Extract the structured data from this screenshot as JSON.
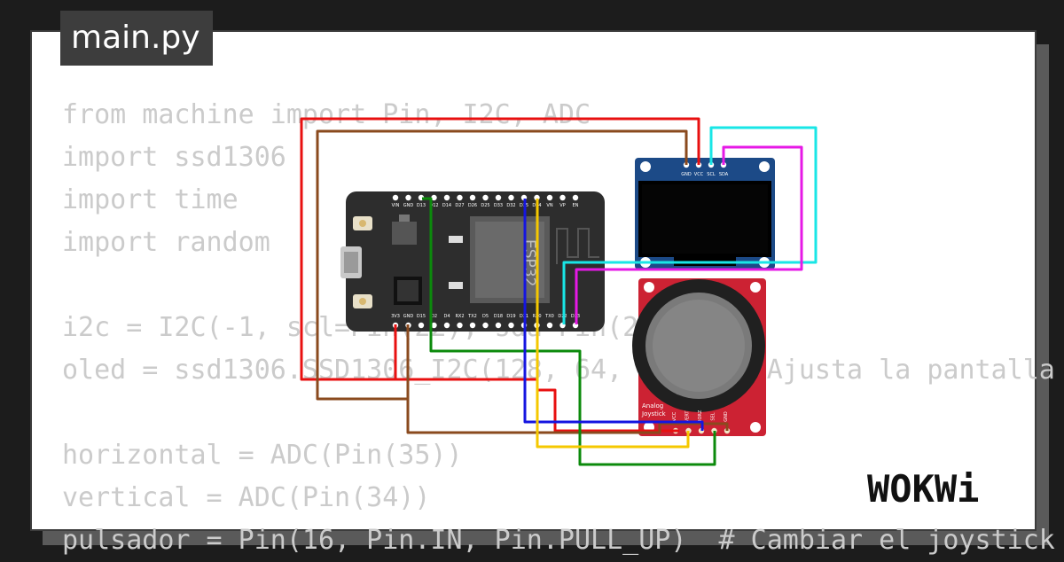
{
  "file_tab": {
    "label": "main.py"
  },
  "code_lines": [
    "from machine import Pin, I2C, ADC",
    "import ssd1306",
    "import time",
    "import random",
    "",
    "i2c = I2C(-1, scl=Pin(22), sda=Pin(21))",
    "oled = ssd1306.SSD1306_I2C(128, 64, i2c)  # Ajusta la pantalla",
    "",
    "horizontal = ADC(Pin(35))",
    "vertical = ADC(Pin(34))",
    "pulsador = Pin(16, Pin.IN, Pin.PULL_UP)  # Cambiar el joystick"
  ],
  "esp32": {
    "chip_label": "ESP32",
    "top_pins": [
      "VIN",
      "GND",
      "D13",
      "D12",
      "D14",
      "D27",
      "D26",
      "D25",
      "D33",
      "D32",
      "D35",
      "D34",
      "VN",
      "VP",
      "EN"
    ],
    "bottom_pins": [
      "3V3",
      "GND",
      "D15",
      "D2",
      "D4",
      "RX2",
      "TX2",
      "D5",
      "D18",
      "D19",
      "D21",
      "RX0",
      "TX0",
      "D22",
      "D23"
    ]
  },
  "oled": {
    "pins": [
      "GND",
      "VCC",
      "SCL",
      "SDA"
    ]
  },
  "joystick": {
    "label_line1": "Analog",
    "label_line2": "Joystick",
    "pins": [
      "VCC",
      "VERT",
      "HORZ",
      "SEL",
      "GND"
    ]
  },
  "brand": {
    "logo": "WOKWi"
  },
  "colors": {
    "board": "#2d2d2d",
    "oled_pcb": "#1c4a87",
    "joystick_pcb": "#cc2233",
    "wire_red": "#e81010",
    "wire_brown": "#8a4a1e",
    "wire_green": "#0b8a0b",
    "wire_blue": "#1515e0",
    "wire_yellow": "#f5c800",
    "wire_cyan": "#19e6e6",
    "wire_magenta": "#e619e6"
  }
}
